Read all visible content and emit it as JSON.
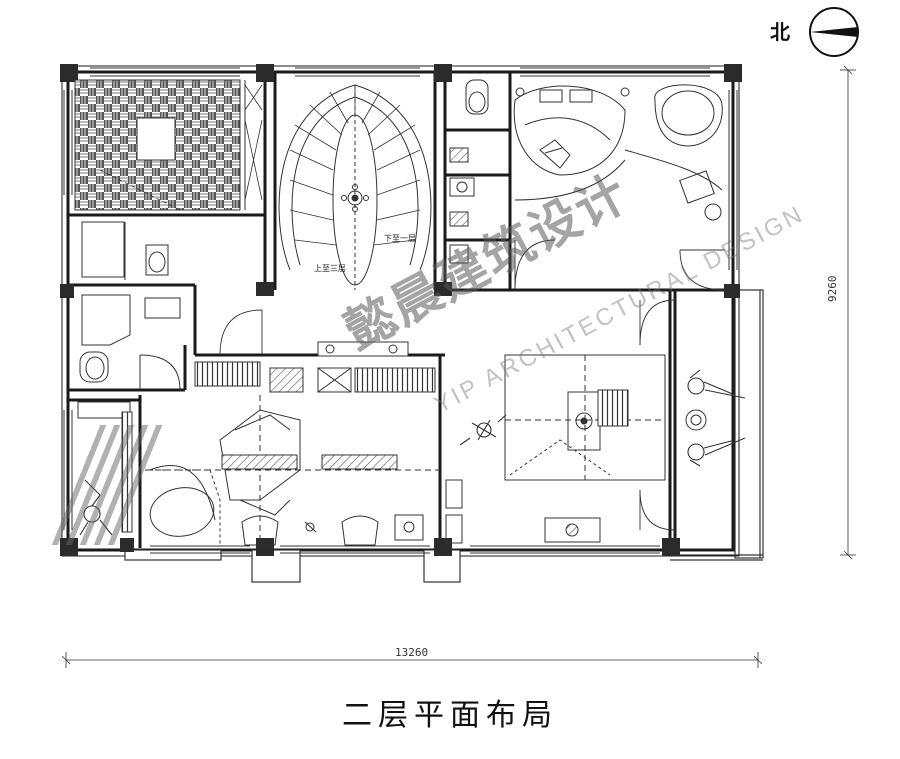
{
  "title": "二层平面布局",
  "north_label": "北",
  "dimensions": {
    "width_total": "13260",
    "height_total": "9260"
  },
  "stair_labels": {
    "up": "上至三层",
    "down": "下至一层"
  },
  "watermark": {
    "cn": "懿晨建筑设计",
    "en": "YIP ARCHITECTURAL DESIGN"
  },
  "colors": {
    "wall": "#1a1a1a",
    "line": "#333333",
    "column": "#2b2b2b",
    "watermark": "#6e6e6e",
    "background": "#ffffff"
  }
}
